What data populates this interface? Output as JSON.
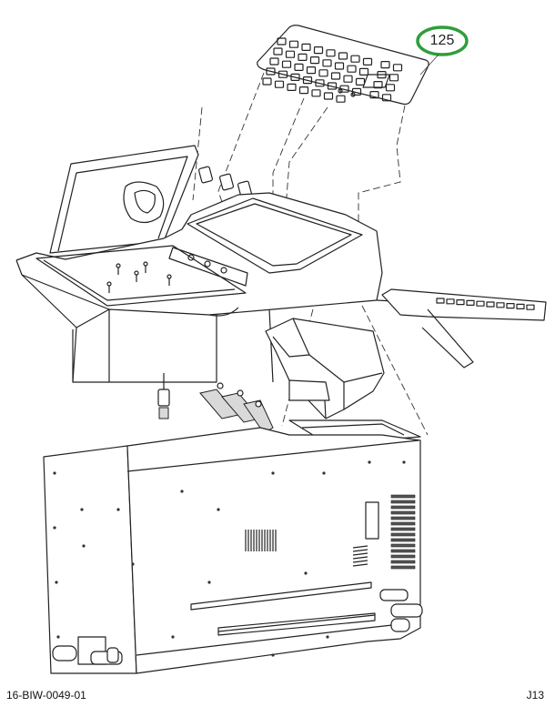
{
  "callout": {
    "number": "125",
    "ring_color": "#2e9e3a"
  },
  "footer": {
    "drawing_id": "16-BIW-0049-01",
    "page_ref": "J13"
  }
}
